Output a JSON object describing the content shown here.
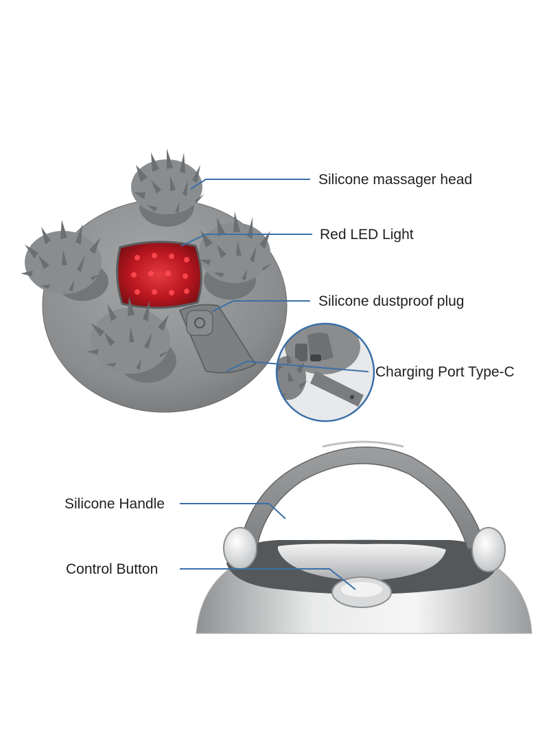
{
  "labels": {
    "silicone_massager_head": "Silicone massager head",
    "red_led_light": "Red LED Light",
    "silicone_dustproof_plug": "Silicone dustproof plug",
    "charging_port": "Charging Port Type-C",
    "silicone_handle": "Silicone Handle",
    "control_button": "Control Button"
  },
  "colors": {
    "leader_line": "#3a6fa8",
    "body_gray": "#8d8f91",
    "head_gray": "#7e8183",
    "led_red": "#c8202a",
    "text": "#1f1f1f"
  }
}
